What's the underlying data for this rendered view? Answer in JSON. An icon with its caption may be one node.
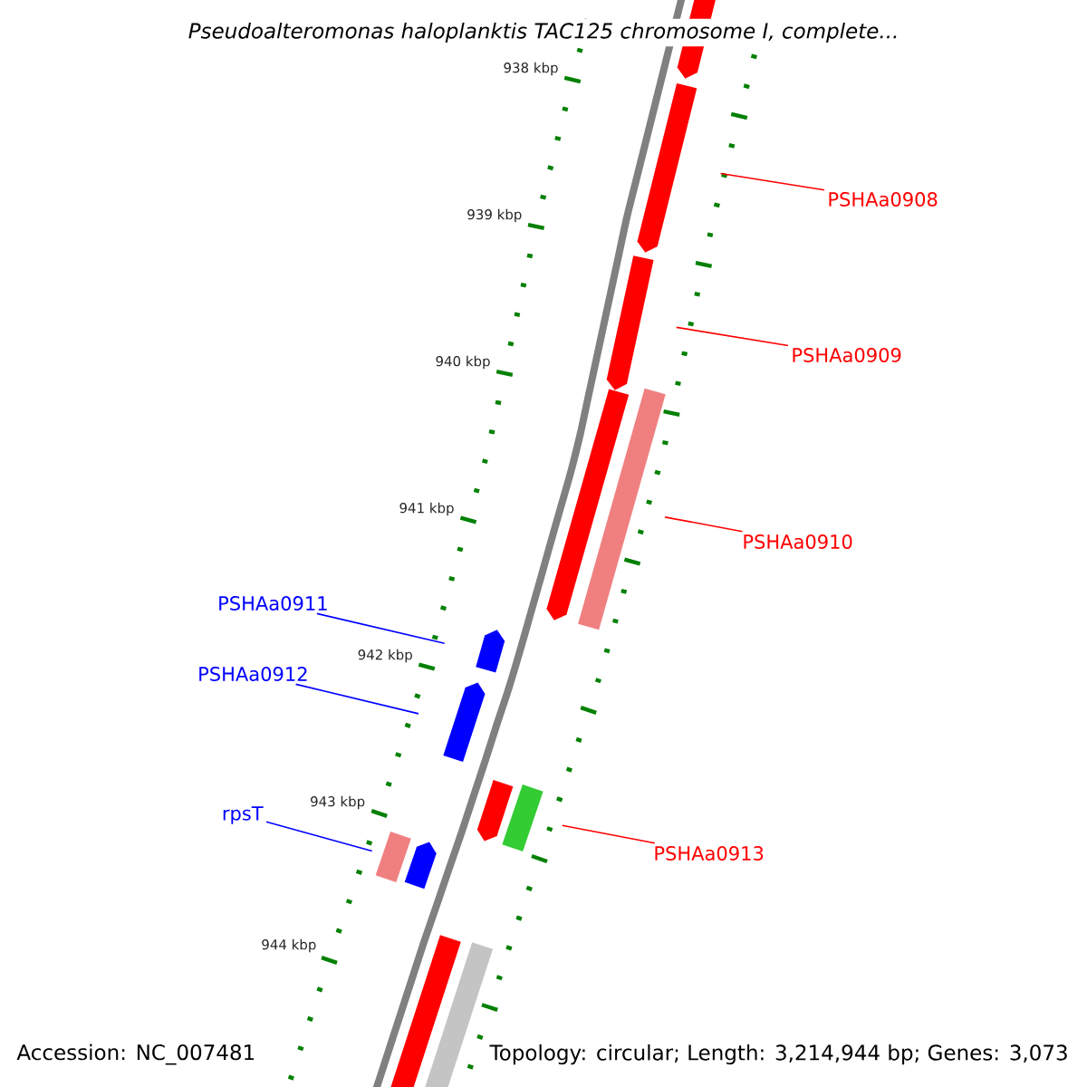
{
  "diagram": {
    "title": "Pseudoalteromonas haloplanktis TAC125 chromosome I, complete...",
    "nodes": [
      {
        "text": [
          "PSHAa0908"
        ]
      },
      {
        "text": [],
        "shape": "arrow"
      },
      {
        "text": [
          "PSHAa0909"
        ]
      },
      {
        "text": [],
        "shape": "arrow"
      },
      {
        "text": [
          "PSHAa0910"
        ]
      },
      {
        "text": [],
        "shape": "bar"
      },
      {
        "text": [
          "PSHAa0911"
        ]
      },
      {
        "text": [],
        "shape": "arrow"
      },
      {
        "text": [
          "PSHAa0912"
        ]
      },
      {
        "text": [],
        "shape": "arrow"
      },
      {
        "text": [
          "rpsT"
        ]
      },
      {
        "text": [],
        "shape": "bar"
      },
      {
        "text": [
          "PSHAa0913"
        ]
      },
      {
        "text": [],
        "shape": "bar"
      },
      {
        "text": [],
        "shape": "arrow"
      },
      {
        "text": [],
        "shape": "arrow"
      },
      {
        "text": [],
        "shape": "arrow"
      },
      {
        "text": [],
        "shape": "arrow"
      },
      {
        "text": [],
        "shape": "bar"
      },
      {
        "text": [],
        "shape": "bar"
      }
    ],
    "edges": [
      {
        "from": 0,
        "to": 1,
        "arrow": "none"
      },
      {
        "from": 2,
        "to": 3,
        "arrow": "none"
      },
      {
        "from": 4,
        "to": 5,
        "arrow": "none"
      },
      {
        "from": 6,
        "to": 7,
        "arrow": "none",
        "color": "#0000ff"
      },
      {
        "from": 8,
        "to": 9,
        "arrow": "none",
        "color": "#0000ff"
      },
      {
        "from": 10,
        "to": 11,
        "arrow": "none",
        "color": "#0000ff"
      },
      {
        "from": 12,
        "to": 13,
        "arrow": "none"
      }
    ],
    "labels": [
      "938 kbp",
      "939 kbp",
      "940 kbp",
      "941 kbp",
      "942 kbp",
      "943 kbp",
      "944 kbp",
      "Accession: NC_007481",
      "Topology: circular; Length: 3,214,944 bp; Genes: 3,073"
    ]
  }
}
